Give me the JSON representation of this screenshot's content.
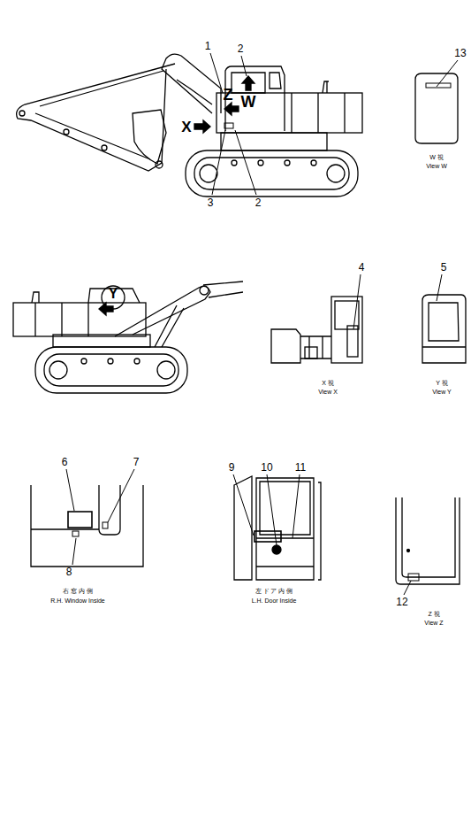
{
  "diagram": {
    "labels": [
      "1",
      "2",
      "Z",
      "W",
      "X",
      "3",
      "2",
      "13",
      "W 視",
      "View W",
      "Y",
      "4",
      "5",
      "X 視",
      "View X",
      "Y 視",
      "View Y",
      "6",
      "7",
      "8",
      "右 窓 内 側",
      "R.H. Window Inside",
      "9",
      "10",
      "11",
      "左 ド ア 内 側",
      "L.H. Door Inside",
      "12",
      "Z 視",
      "View Z"
    ]
  }
}
